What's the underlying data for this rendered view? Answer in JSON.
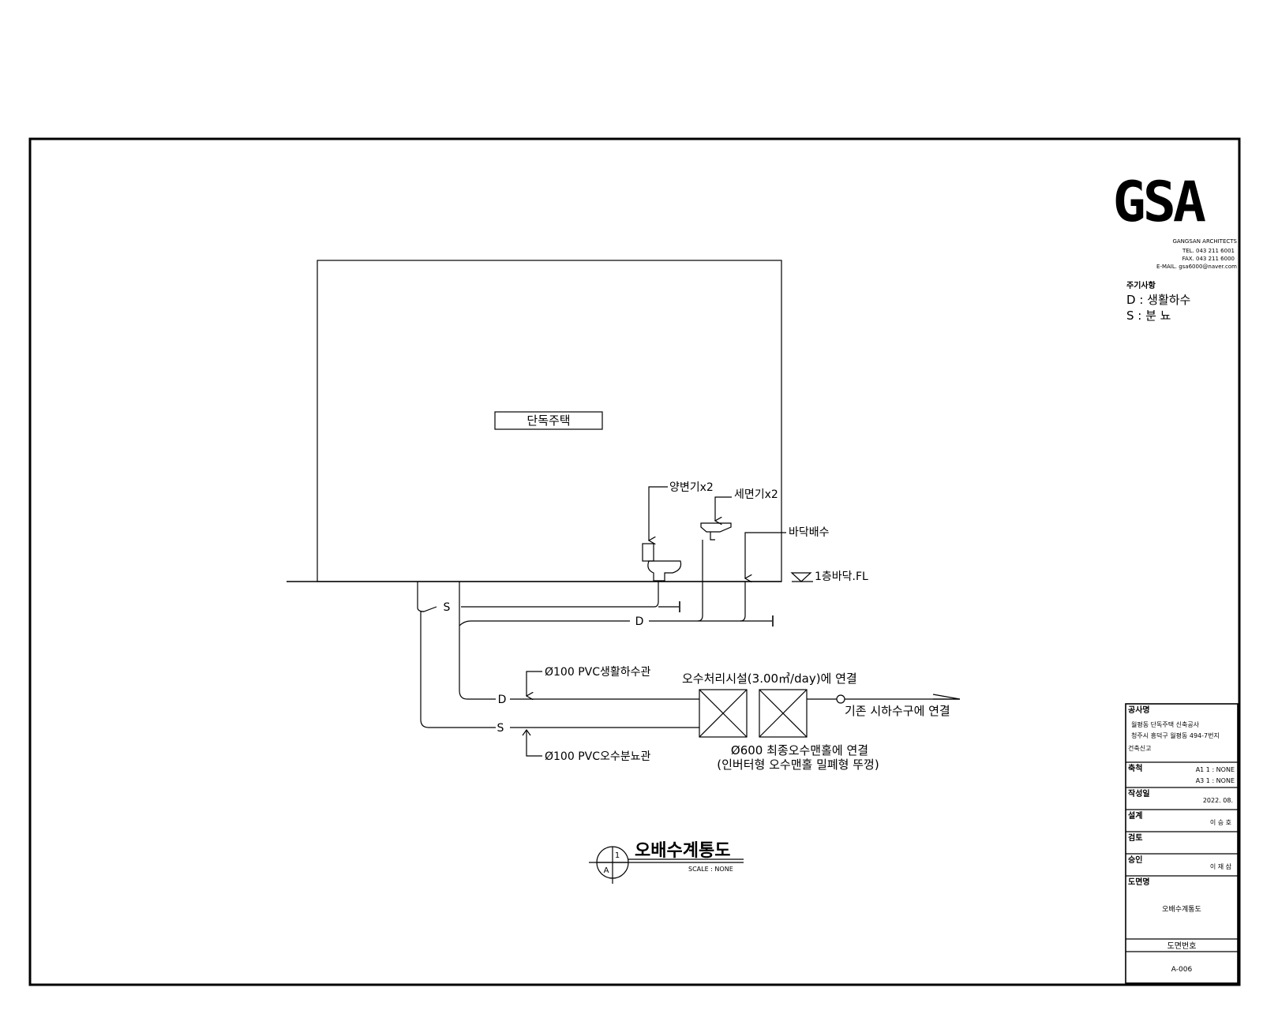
{
  "logo": {
    "mark": "GSA",
    "company": "GANGSAN ARCHITECTS",
    "tel": "TEL. 043 211 6001",
    "fax": "FAX. 043 211 6000",
    "email": "E-MAIL. gsa6000@naver.com"
  },
  "notes": {
    "title": "주기사항",
    "line_d": "D : 생활하수",
    "line_s": "S : 분  뇨"
  },
  "diagram": {
    "building_label": "단독주택",
    "toilet_label": "양변기x2",
    "basin_label": "세면기x2",
    "floor_drain_label": "바닥배수",
    "floor_level_label": "1층바닥.FL",
    "s_upper": "S",
    "d_upper": "D",
    "d_lower": "D",
    "s_lower": "S",
    "pvc_d_label": "Ø100 PVC생활하수관",
    "pvc_s_label": "Ø100 PVC오수분뇨관",
    "treatment_label": "오수처리시설(3.00㎥/day)에 연결",
    "manhole_label_1": "Ø600 최종오수맨홀에 연결",
    "manhole_label_2": "(인버터형 오수맨홀 밀폐형 뚜껑)",
    "sewer_label": "기존 시하수구에 연결"
  },
  "detail_tag": {
    "number": "1",
    "sheet": "A",
    "title": "오배수계통도",
    "scale": "SCALE : NONE"
  },
  "title_block": {
    "project_header": "공사명",
    "project_name": "월평동 단독주택 신축공사",
    "project_address": "청주시 흥덕구 월평동 494-7번지",
    "project_type": "건축신고",
    "scale_header": "축척",
    "scale_a1": "A1    1 : NONE",
    "scale_a3": "A3    1 : NONE",
    "date_header": "작성일",
    "date_value": "2022. 08.",
    "design_header": "설계",
    "design_value": "이 승 호",
    "review_header": "검토",
    "approval_header": "승인",
    "approval_value": "이 재 삼",
    "drawing_name_header": "도면명",
    "drawing_name": "오배수계통도",
    "drawing_no_header": "도면번호",
    "drawing_no": "A-006"
  }
}
